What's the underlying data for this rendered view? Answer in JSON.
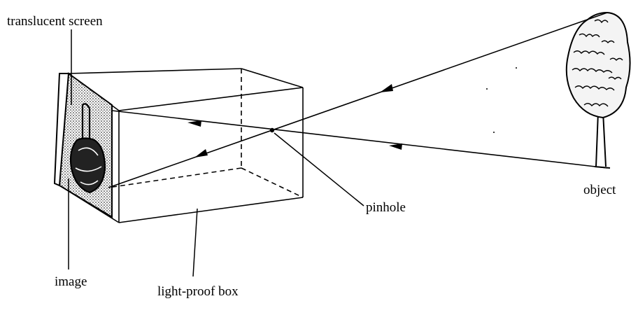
{
  "labels": {
    "translucent_screen": "translucent screen",
    "object": "object",
    "pinhole": "pinhole",
    "image": "image",
    "light_proof_box": "light-proof box"
  },
  "colors": {
    "ink": "#000000",
    "background": "#ffffff"
  },
  "icons": {
    "object": "tree-icon",
    "image": "inverted-tree-image"
  }
}
